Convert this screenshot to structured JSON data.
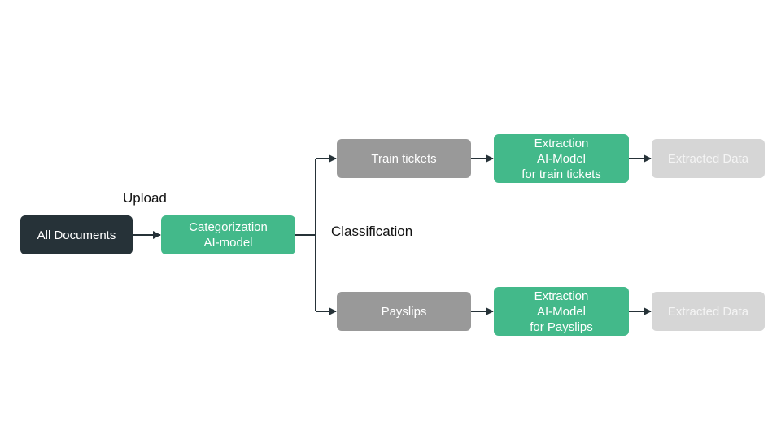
{
  "labels": {
    "upload": "Upload",
    "classification": "Classification"
  },
  "nodes": {
    "all_documents": {
      "lines": [
        "All Documents"
      ],
      "color": "#263238"
    },
    "categorization": {
      "lines": [
        "Categorization",
        "AI-model"
      ],
      "color": "#43b98a"
    },
    "train_tickets": {
      "lines": [
        "Train tickets"
      ],
      "color": "#999999"
    },
    "payslips": {
      "lines": [
        "Payslips"
      ],
      "color": "#999999"
    },
    "extraction_train": {
      "lines": [
        "Extraction",
        "AI-Model",
        "for train tickets"
      ],
      "color": "#43b98a"
    },
    "extraction_payslips": {
      "lines": [
        "Extraction",
        "AI-Model",
        "for Payslips"
      ],
      "color": "#43b98a"
    },
    "extracted_train": {
      "lines": [
        "Extracted Data"
      ],
      "color": "#d6d6d6"
    },
    "extracted_payslips": {
      "lines": [
        "Extracted Data"
      ],
      "color": "#d6d6d6"
    }
  },
  "colors": {
    "connector": "#263238"
  }
}
